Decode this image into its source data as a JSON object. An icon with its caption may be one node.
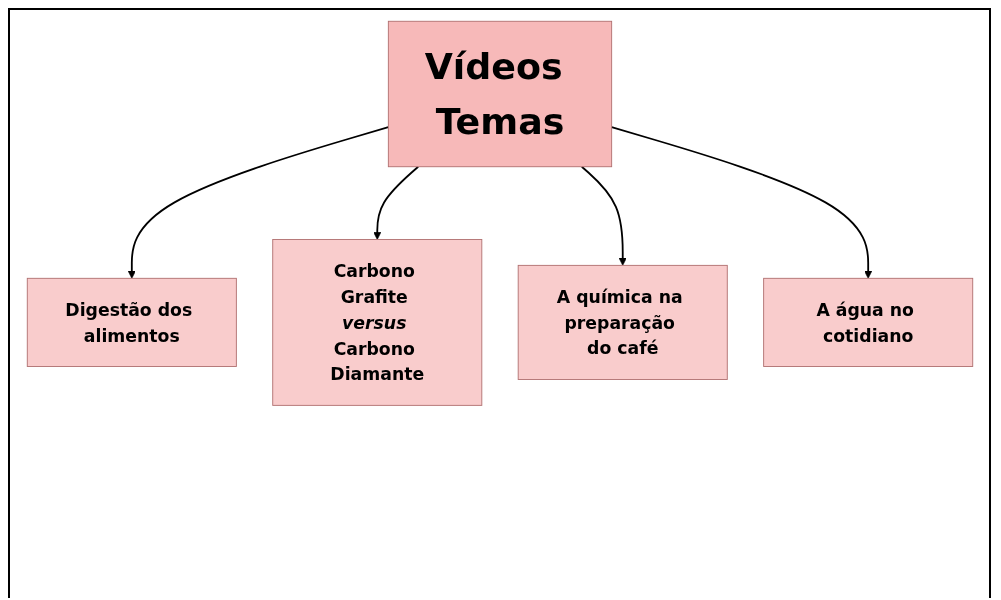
{
  "diagram": {
    "nodes": [
      {
        "text": [
          "Vídeos Temas"
        ]
      },
      {
        "text": [
          "Digestão dos alimentos"
        ]
      },
      {
        "text": [
          "Carbono Grafite *versus* Carbono Diamante"
        ]
      },
      {
        "text": [
          "A química na preparação do café"
        ]
      },
      {
        "text": [
          "A água no cotidiano"
        ]
      }
    ],
    "edges": [
      {
        "from": 0,
        "to": 1,
        "arrow": "to"
      },
      {
        "from": 0,
        "to": 2,
        "arrow": "to"
      },
      {
        "from": 0,
        "to": 3,
        "arrow": "to"
      },
      {
        "from": 0,
        "to": 4,
        "arrow": "to"
      }
    ]
  }
}
